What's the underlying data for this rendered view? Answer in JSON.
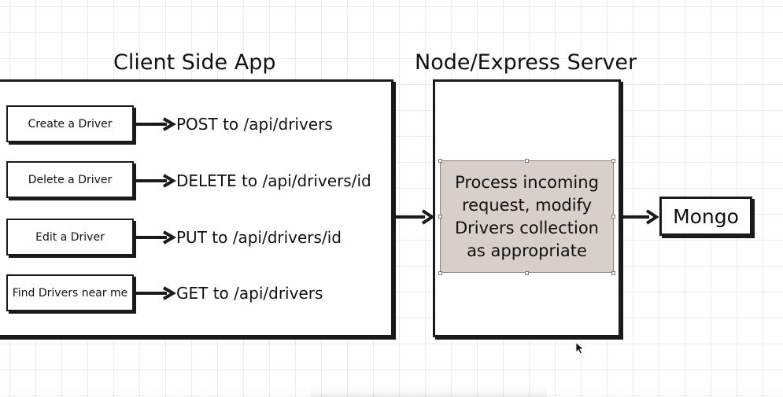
{
  "client": {
    "title": "Client Side App",
    "actions": [
      {
        "label": "Create a Driver",
        "route": "POST to /api/drivers"
      },
      {
        "label": "Delete a Driver",
        "route": "DELETE to /api/drivers/id"
      },
      {
        "label": "Edit a Driver",
        "route": "PUT to /api/drivers/id"
      },
      {
        "label": "Find Drivers near me",
        "route": "GET to /api/drivers"
      }
    ]
  },
  "server": {
    "title": "Node/Express Server",
    "process_text": "Process incoming request, modify Drivers collection as appropriate"
  },
  "database": {
    "label": "Mongo"
  },
  "icons": {
    "connector": "arrow-right-icon",
    "pointer": "mouse-cursor-icon"
  },
  "colors": {
    "ink": "#1a1a1a",
    "process_fill": "#d6cfcb",
    "grid_line": "#ececec"
  }
}
